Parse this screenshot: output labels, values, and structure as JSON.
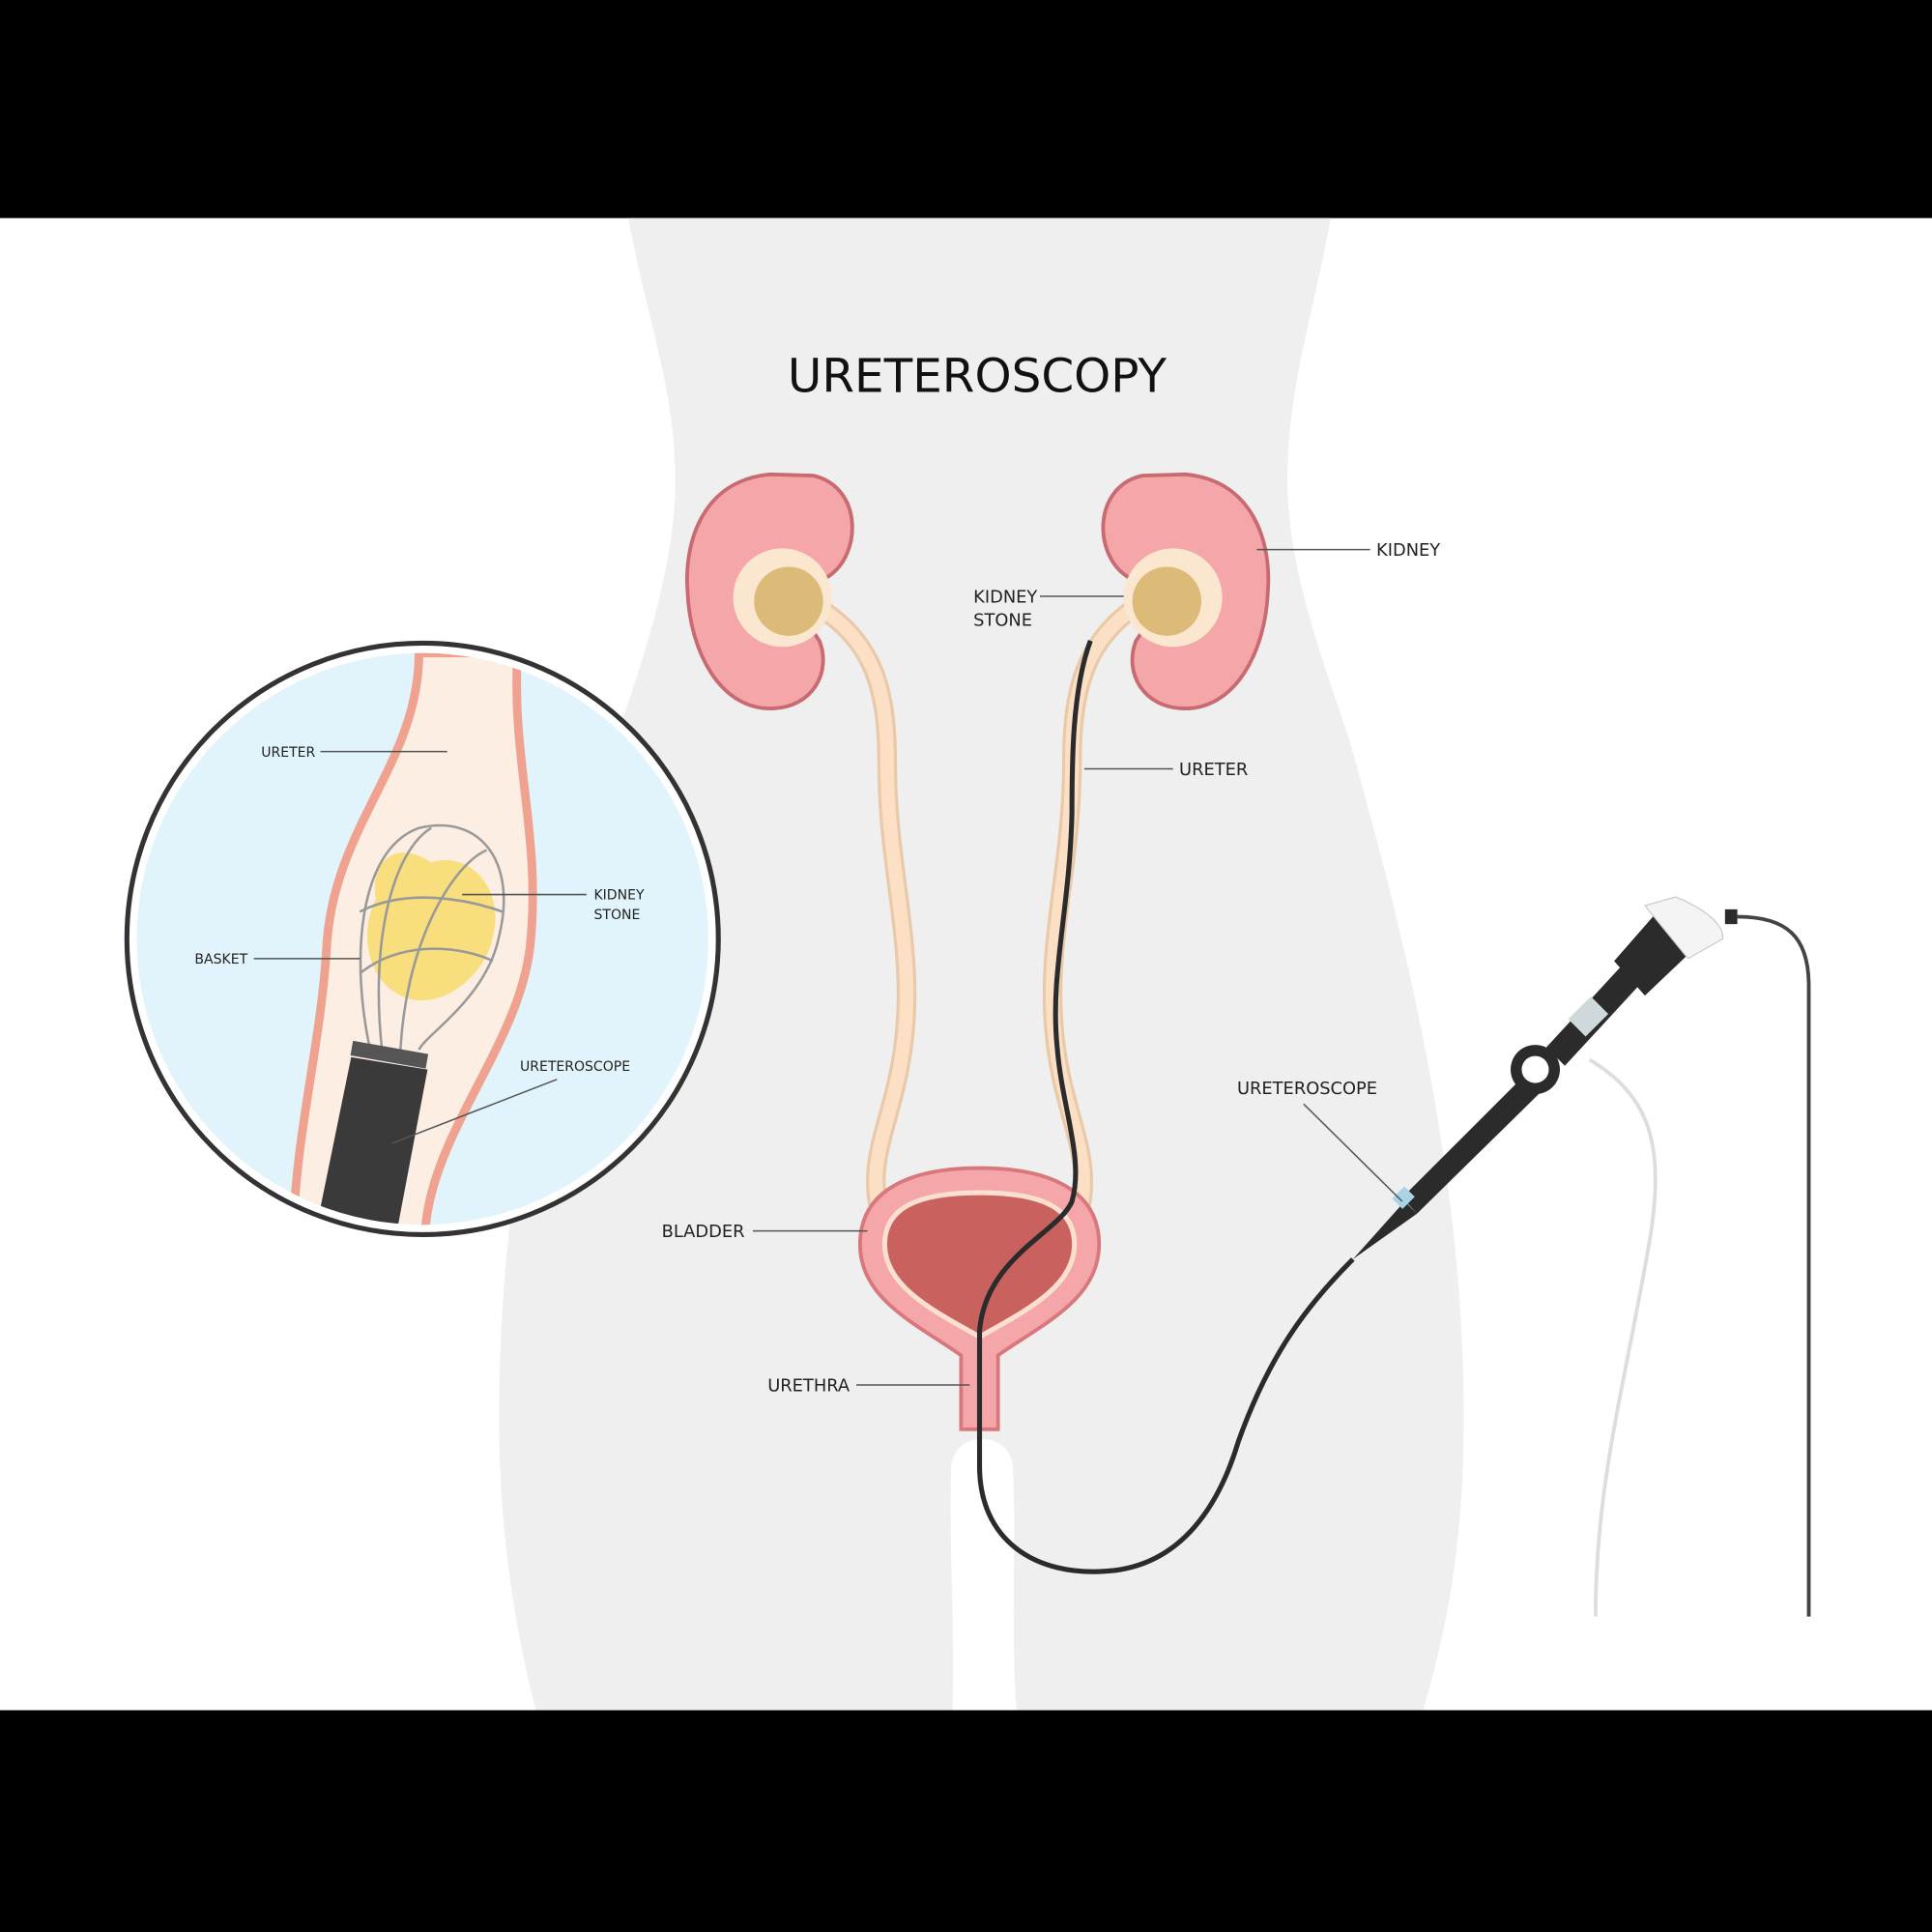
{
  "title": "URETEROSCOPY",
  "labels": {
    "kidney": "KIDNEY",
    "kidney_stone_line1": "KIDNEY",
    "kidney_stone_line2": "STONE",
    "ureter": "URETER",
    "bladder": "BLADDER",
    "urethra": "URETHRA",
    "ureteroscope": "URETEROSCOPE"
  },
  "inset": {
    "ureter": "URETER",
    "kidney_stone_line1": "KIDNEY",
    "kidney_stone_line2": "STONE",
    "basket": "BASKET",
    "ureteroscope": "URETEROSCOPE"
  },
  "colors": {
    "background": "#ffffff",
    "body": "#efefef",
    "kidney": "#f4a6a8",
    "stone": "#e0c07a",
    "ureter": "#fbdcc0",
    "bladder": "#c9625f",
    "scope": "#2b2b2b",
    "inset_bg": "#e2f4fb"
  }
}
